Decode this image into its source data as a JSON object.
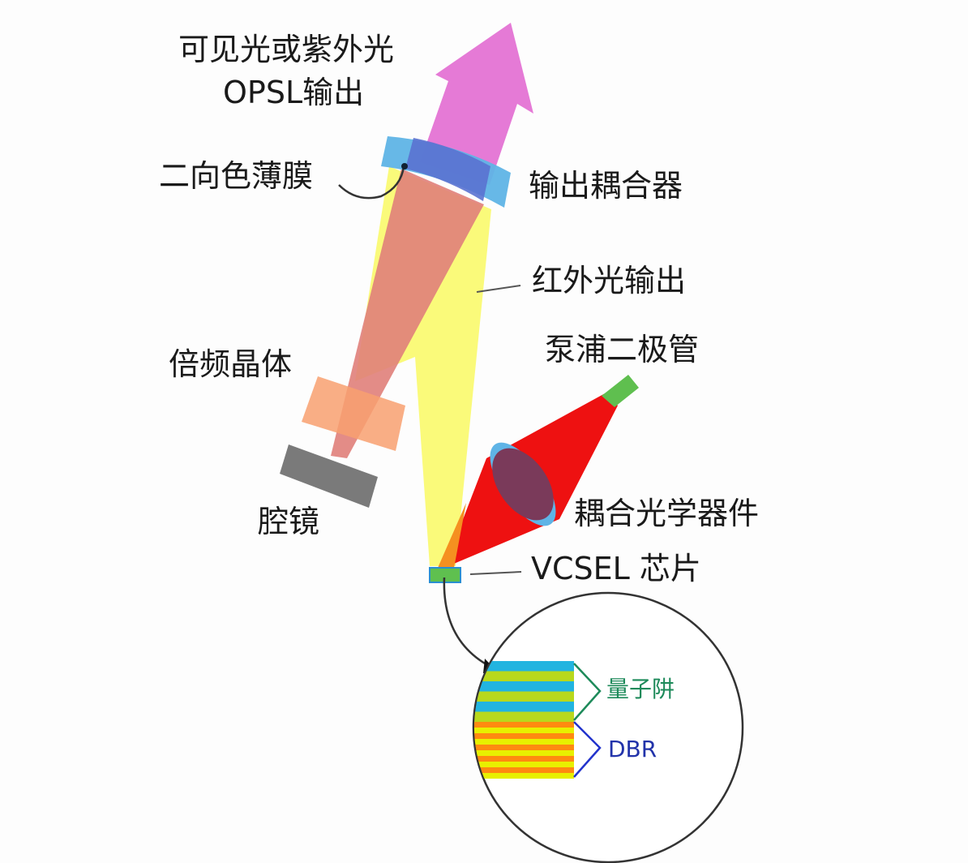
{
  "labels": {
    "output_line1": "可见光或紫外光",
    "output_line2": "OPSL输出",
    "dichroic": "二向色薄膜",
    "coupler": "输出耦合器",
    "ir_output": "红外光输出",
    "pump_diode": "泵浦二极管",
    "crystal": "倍频晶体",
    "mirror": "腔镜",
    "coupling_optics": "耦合光学器件",
    "vcsel": "VCSEL 芯片",
    "quantum_well": "量子阱",
    "dbr": "DBR"
  },
  "colors": {
    "output_beam": "#e57ad6",
    "coupler": "#5fb4e6",
    "ir_beam": "#fafa7a",
    "cavity_beam": "#e0807a",
    "crystal": "#f8a070",
    "mirror": "#7a7a7a",
    "pump": "#ee1111",
    "lens": "#7a3a5a",
    "quantum_well_label": "#1d8a5a",
    "dbr_label": "#2233aa"
  }
}
